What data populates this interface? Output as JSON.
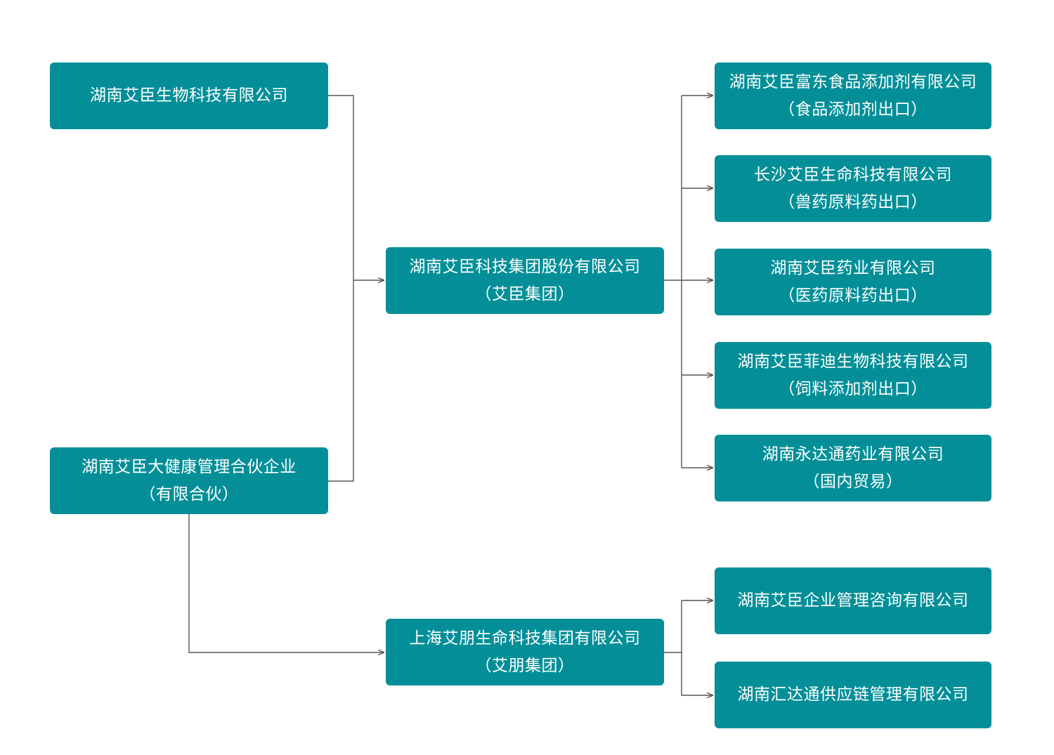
{
  "shareholders": {
    "biotech": {
      "name": "湖南艾臣生物科技有限公司"
    },
    "partnership": {
      "name": "湖南艾臣大健康管理合伙企业",
      "note": "（有限合伙）"
    }
  },
  "groups": {
    "aichen": {
      "name": "湖南艾臣科技集团股份有限公司",
      "note": "（艾臣集团）",
      "subsidiaries": [
        {
          "name": "湖南艾臣富东食品添加剂有限公司",
          "note": "（食品添加剂出口）"
        },
        {
          "name": "长沙艾臣生命科技有限公司",
          "note": "（兽药原料药出口）"
        },
        {
          "name": "湖南艾臣药业有限公司",
          "note": "（医药原料药出口）"
        },
        {
          "name": "湖南艾臣菲迪生物科技有限公司",
          "note": "（饲料添加剂出口）"
        },
        {
          "name": "湖南永达通药业有限公司",
          "note": "（国内贸易）"
        }
      ]
    },
    "aipeng": {
      "name": "上海艾朋生命科技集团有限公司",
      "note": "（艾朋集团）",
      "subsidiaries": [
        {
          "name": "湖南艾臣企业管理咨询有限公司"
        },
        {
          "name": "湖南汇达通供应链管理有限公司"
        }
      ]
    }
  },
  "colors": {
    "node_fill": "#048f98",
    "node_text": "#ffffff",
    "connector": "#555555"
  }
}
